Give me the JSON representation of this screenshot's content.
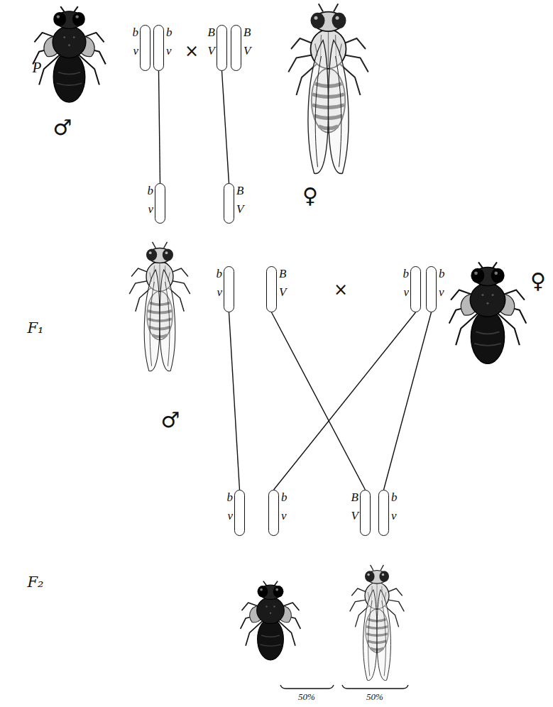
{
  "diagram": {
    "nodes": [
      {
        "text": [
          "b",
          "v"
        ]
      },
      {
        "text": [
          "b",
          "v"
        ]
      },
      {
        "text": [
          "B",
          "V"
        ]
      },
      {
        "text": [
          "B",
          "V"
        ]
      },
      {
        "text": [
          "b",
          "v"
        ]
      },
      {
        "text": [
          "B",
          "V"
        ]
      },
      {
        "text": [
          "b",
          "v"
        ]
      },
      {
        "text": [
          "B",
          "V"
        ]
      },
      {
        "text": [
          "b",
          "v"
        ]
      },
      {
        "text": [
          "b",
          "v"
        ]
      },
      {
        "text": [
          "b",
          "v"
        ]
      },
      {
        "text": [
          "b",
          "v"
        ]
      },
      {
        "text": [
          "B",
          "V"
        ]
      },
      {
        "text": [
          "b",
          "v"
        ]
      }
    ],
    "edges": [
      {
        "from": 1,
        "to": 4,
        "arrow": "none"
      },
      {
        "from": 2,
        "to": 5,
        "arrow": "none"
      },
      {
        "from": 6,
        "to": 10,
        "arrow": "none"
      },
      {
        "from": 8,
        "to": 11,
        "arrow": "none"
      },
      {
        "from": 7,
        "to": 12,
        "arrow": "none"
      },
      {
        "from": 9,
        "to": 13,
        "arrow": "none"
      }
    ],
    "labels": [
      "P",
      "×",
      "♂",
      "♀",
      "F₁",
      "×",
      "♂",
      "♀",
      "F₂",
      "50%",
      "50%"
    ]
  }
}
